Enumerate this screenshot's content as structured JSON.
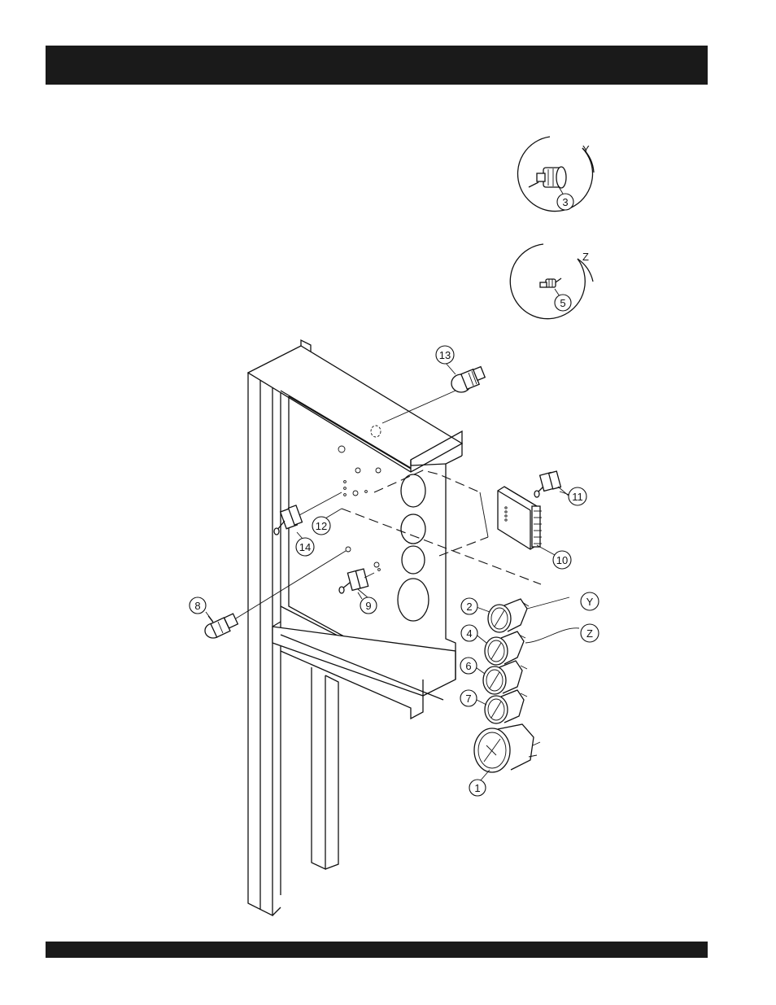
{
  "callouts": [
    {
      "id": "c1",
      "label": "1"
    },
    {
      "id": "c2",
      "label": "2"
    },
    {
      "id": "c3",
      "label": "3"
    },
    {
      "id": "c4",
      "label": "4"
    },
    {
      "id": "c5",
      "label": "5"
    },
    {
      "id": "c6",
      "label": "6"
    },
    {
      "id": "c7",
      "label": "7"
    },
    {
      "id": "c8",
      "label": "8"
    },
    {
      "id": "c9",
      "label": "9"
    },
    {
      "id": "c10",
      "label": "10"
    },
    {
      "id": "c11",
      "label": "11"
    },
    {
      "id": "c12",
      "label": "12"
    },
    {
      "id": "c13",
      "label": "13"
    },
    {
      "id": "c14",
      "label": "14"
    }
  ],
  "detail_refs": {
    "y_detail": "Y",
    "z_detail": "Z",
    "y_callout": "Y",
    "z_callout": "Z"
  }
}
